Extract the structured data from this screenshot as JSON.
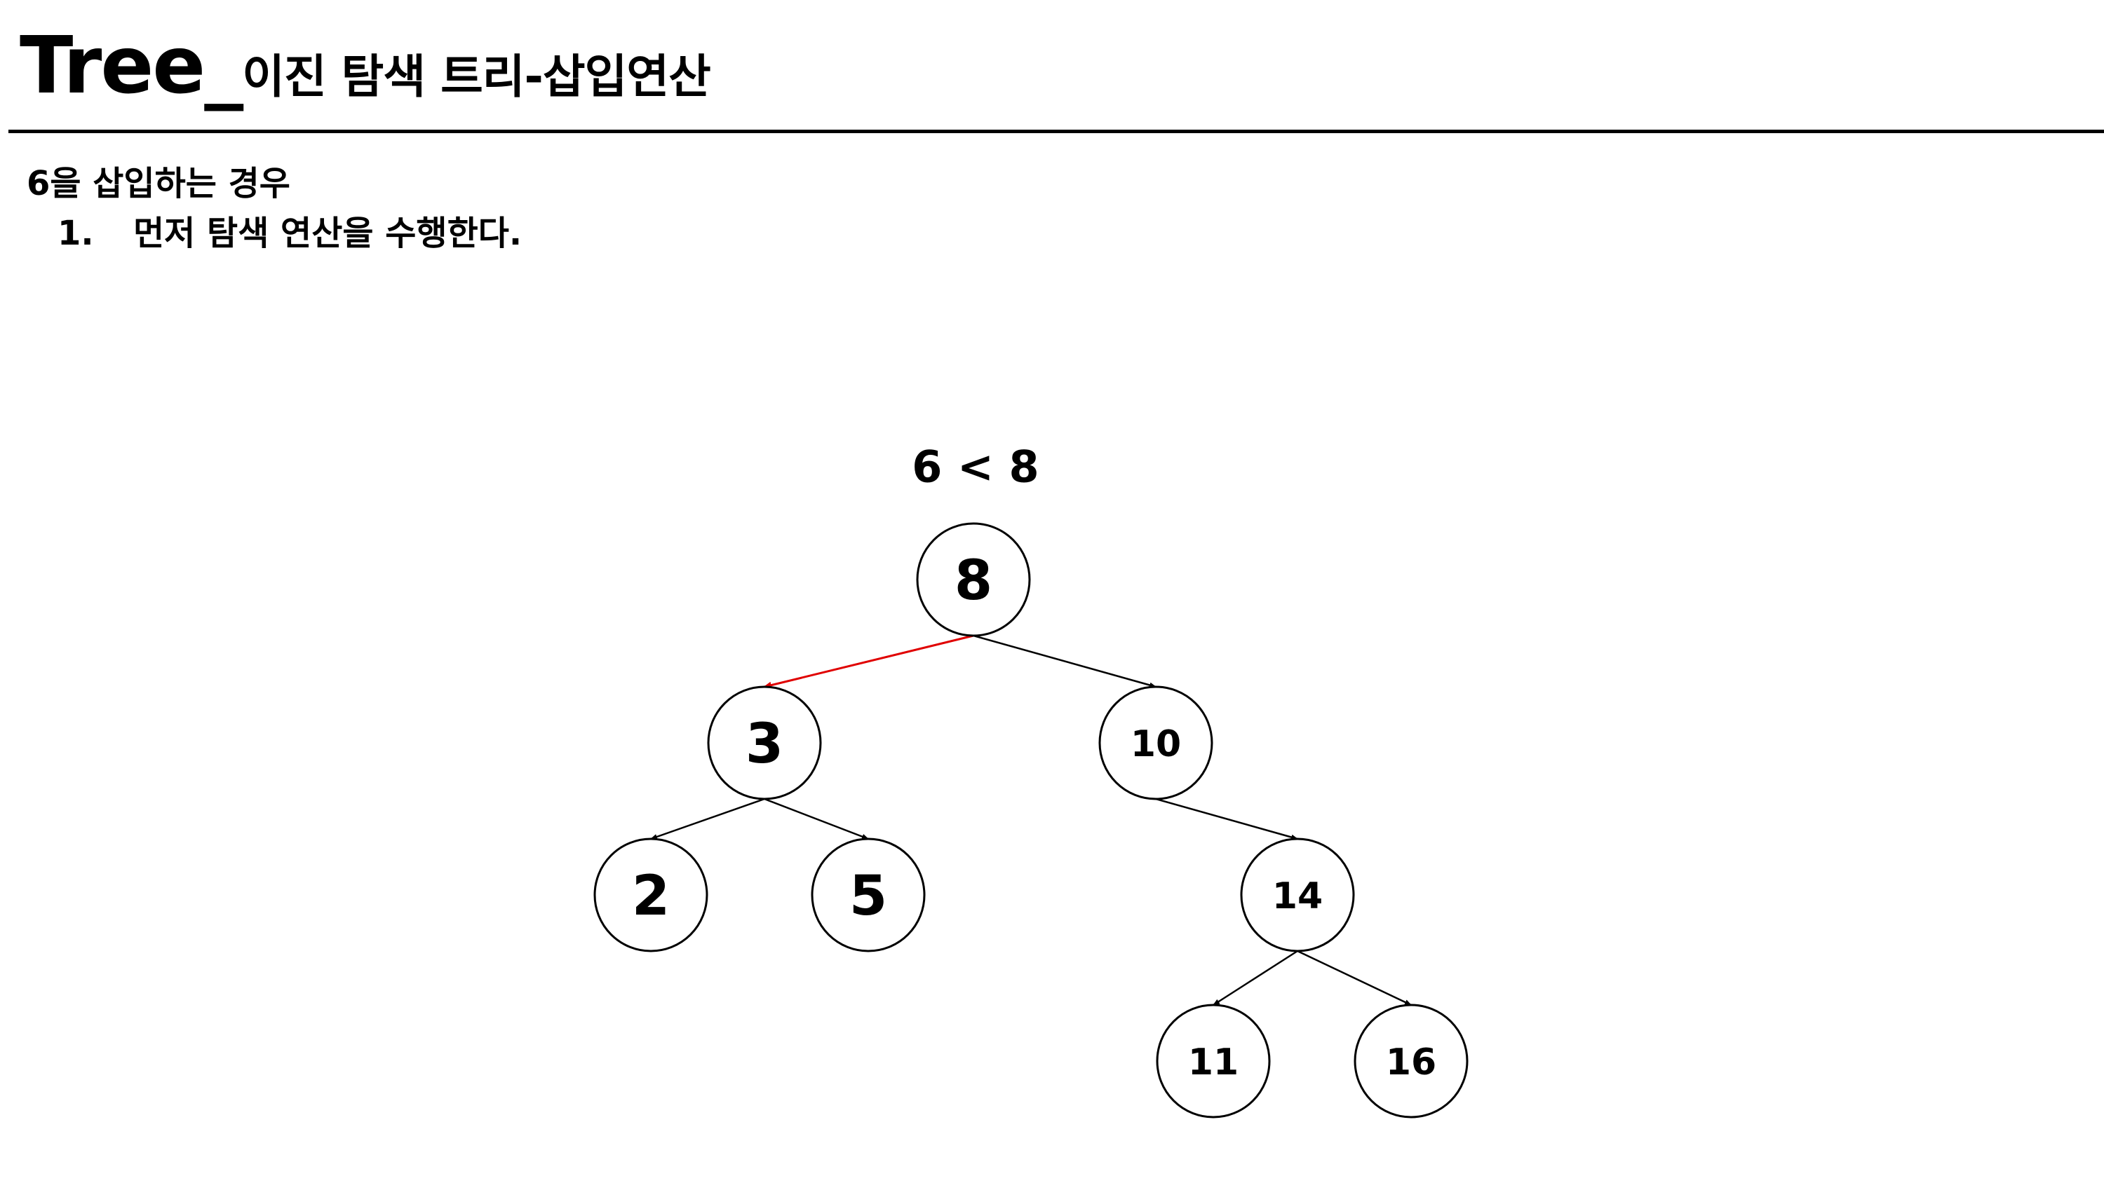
{
  "header": {
    "title_main": "Tree_",
    "title_sub": "이진 탐색 트리-삽입연산"
  },
  "content": {
    "case_heading": "6을 삽입하는 경우",
    "steps": [
      {
        "number": "1.",
        "text": "먼저 탐색 연산을 수행한다."
      }
    ]
  },
  "diagram": {
    "comparison_label": "6 < 8",
    "colors": {
      "highlight_edge": "#e00000",
      "edge": "#000000",
      "node_border": "#000000"
    },
    "nodes": [
      {
        "id": "n8",
        "label": "8"
      },
      {
        "id": "n3",
        "label": "3"
      },
      {
        "id": "n10",
        "label": "10"
      },
      {
        "id": "n2",
        "label": "2"
      },
      {
        "id": "n5",
        "label": "5"
      },
      {
        "id": "n14",
        "label": "14"
      },
      {
        "id": "n11",
        "label": "11"
      },
      {
        "id": "n16",
        "label": "16"
      }
    ],
    "edges": [
      {
        "from": "n8",
        "to": "n3",
        "highlighted": true
      },
      {
        "from": "n8",
        "to": "n10",
        "highlighted": false
      },
      {
        "from": "n3",
        "to": "n2",
        "highlighted": false
      },
      {
        "from": "n3",
        "to": "n5",
        "highlighted": false
      },
      {
        "from": "n10",
        "to": "n14",
        "highlighted": false
      },
      {
        "from": "n14",
        "to": "n11",
        "highlighted": false
      },
      {
        "from": "n14",
        "to": "n16",
        "highlighted": false
      }
    ]
  }
}
